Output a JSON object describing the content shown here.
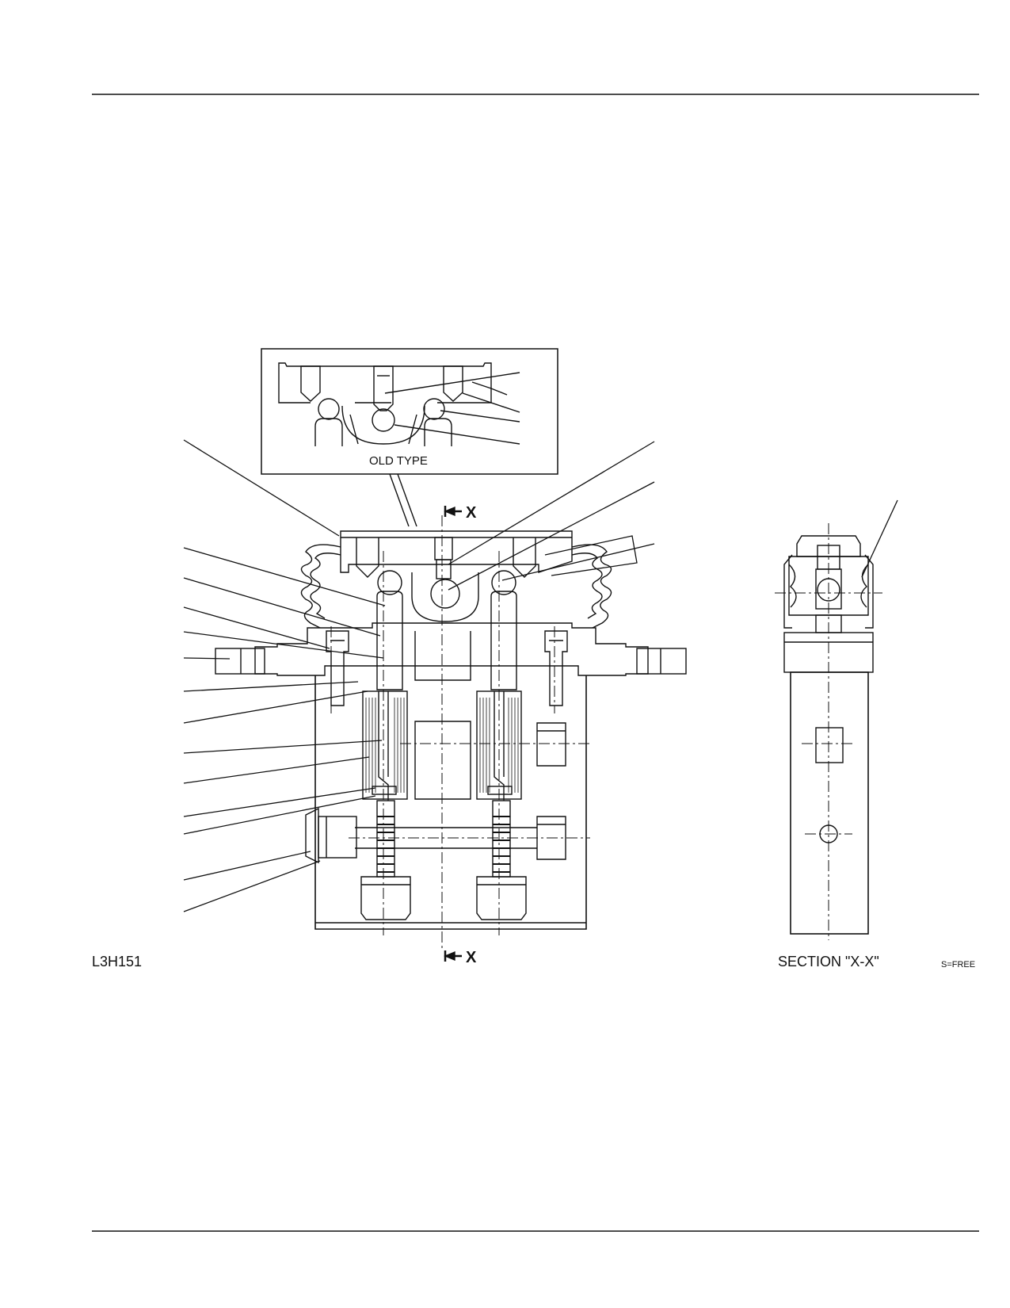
{
  "figure": {
    "id_code": "L3H151",
    "scale_note": "S=FREE",
    "inset_label": "OLD TYPE",
    "section_marker_top": "X",
    "section_marker_bottom": "X",
    "section_title": "SECTION \"X-X\""
  },
  "colors": {
    "ink": "#111111",
    "paper": "#ffffff"
  }
}
